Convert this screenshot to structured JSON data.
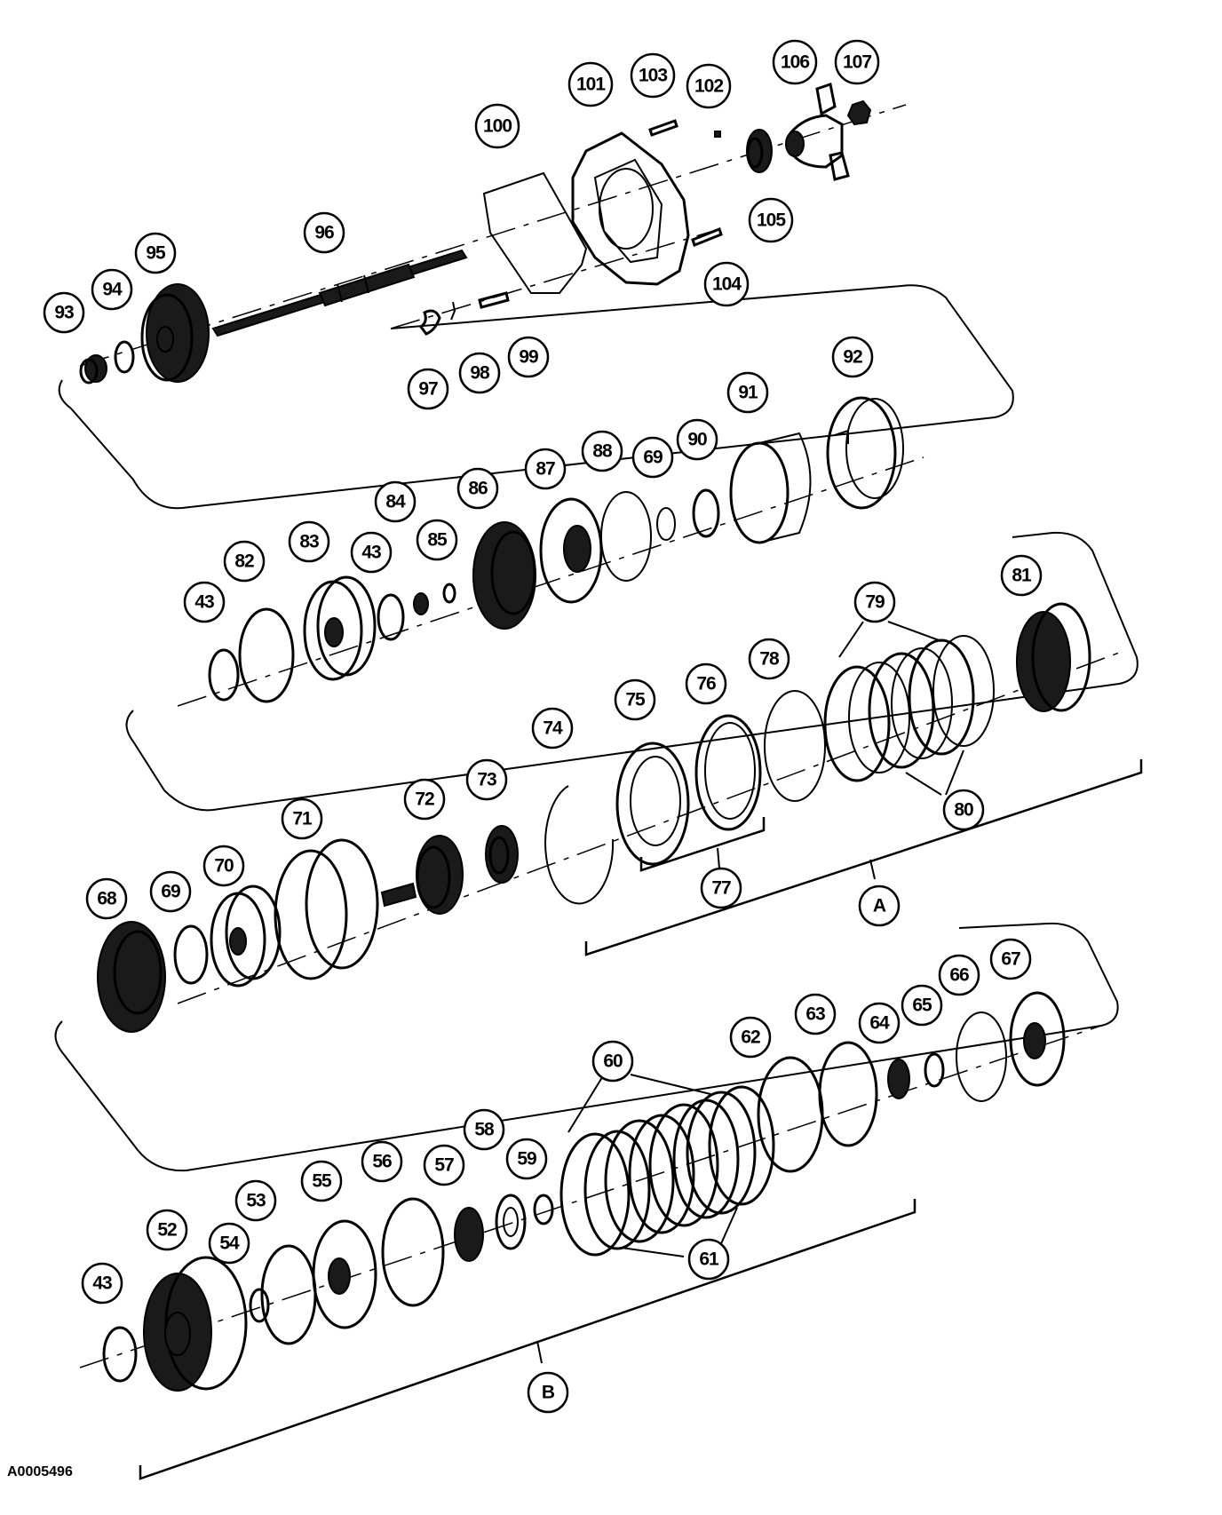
{
  "figure": {
    "reference_id": "A0005496"
  },
  "callouts": {
    "p93": "93",
    "p94": "94",
    "p95": "95",
    "p96": "96",
    "p97": "97",
    "p98": "98",
    "p99": "99",
    "p100": "100",
    "p101": "101",
    "p102": "102",
    "p103": "103",
    "p104": "104",
    "p105": "105",
    "p106": "106",
    "p107": "107",
    "p92": "92",
    "p91": "91",
    "p90": "90",
    "p69b": "69",
    "p88": "88",
    "p87": "87",
    "p86": "86",
    "p85": "85",
    "p84": "84",
    "p43b": "43",
    "p83": "83",
    "p82": "82",
    "p43a": "43",
    "p81": "81",
    "p79": "79",
    "p80": "80",
    "p78": "78",
    "p76": "76",
    "p75": "75",
    "p77": "77",
    "p74": "74",
    "p73": "73",
    "p72": "72",
    "p71": "71",
    "p70": "70",
    "p69a": "69",
    "p68": "68",
    "pA": "A",
    "p67": "67",
    "p66": "66",
    "p65": "65",
    "p64": "64",
    "p63": "63",
    "p62": "62",
    "p60": "60",
    "p61": "61",
    "p59": "59",
    "p58": "58",
    "p57": "57",
    "p56": "56",
    "p55": "55",
    "p53": "53",
    "p54": "54",
    "p52": "52",
    "p43c": "43",
    "pB": "B"
  }
}
